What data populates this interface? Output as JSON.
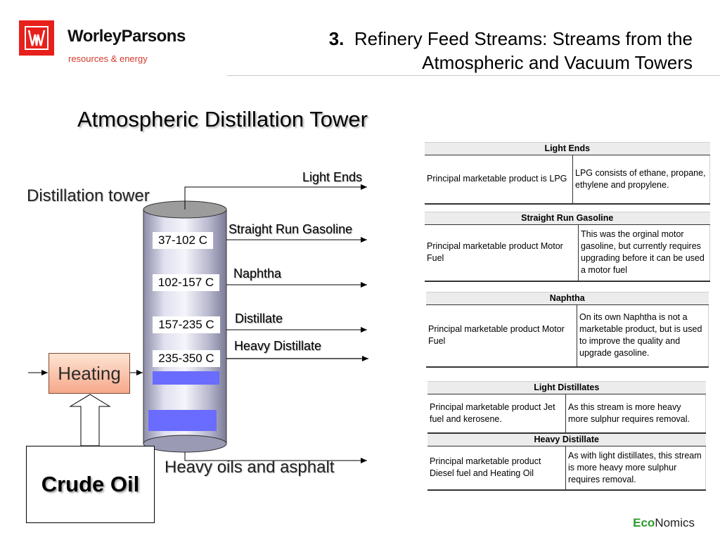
{
  "header": {
    "brand_name": "WorleyParsons",
    "brand_tagline": "resources & energy",
    "slide_number": "3.",
    "title_line1": "Refinery Feed Streams: Streams from the",
    "title_line2": "Atmospheric and Vacuum Towers"
  },
  "subtitle": "Atmospheric Distillation Tower",
  "diagram": {
    "tower_label": "Distillation tower",
    "temperature_ranges": [
      "37-102 C",
      "102-157 C",
      "157-235 C",
      "235-350 C"
    ],
    "streams": [
      "Light Ends",
      "Straight Run Gasoline",
      "Naphtha",
      "Distillate",
      "Heavy Distillate"
    ],
    "bottoms_label": "Heavy oils and asphalt",
    "heater_label": "Heating",
    "feed_label": "Crude Oil",
    "colors": {
      "tower_band": "#6a6bff",
      "heater_top": "#fde4d3",
      "heater_bottom": "#f6a88a"
    }
  },
  "tables": {
    "light_ends": {
      "title": "Light Ends",
      "left": "Principal marketable product is LPG",
      "right": "LPG consists of ethane, propane, ethylene and propylene."
    },
    "straight_run_gasoline": {
      "title": "Straight Run Gasoline",
      "left": "Principal marketable product Motor Fuel",
      "right": "This was the orginal motor gasoline, but currently requires upgrading before it can be used a motor fuel"
    },
    "naphtha": {
      "title": "Naphtha",
      "left": "Principal marketable product Motor Fuel",
      "right": "On its own Naphtha is not a marketable product, but is used to improve the quality and upgrade gasoline."
    },
    "light_distillates": {
      "title": "Light Distillates",
      "left": "Principal marketable product Jet fuel and kerosene.",
      "right": "As this stream is more heavy more sulphur requires removal."
    },
    "heavy_distillate": {
      "title": "Heavy Distillate",
      "left": "Principal marketable product Diesel fuel and Heating Oil",
      "right": "As with light distillates, this stream is more heavy more sulphur requires removal."
    }
  },
  "footer": {
    "logo_eco": "Eco",
    "logo_nomics": "Nomics"
  }
}
